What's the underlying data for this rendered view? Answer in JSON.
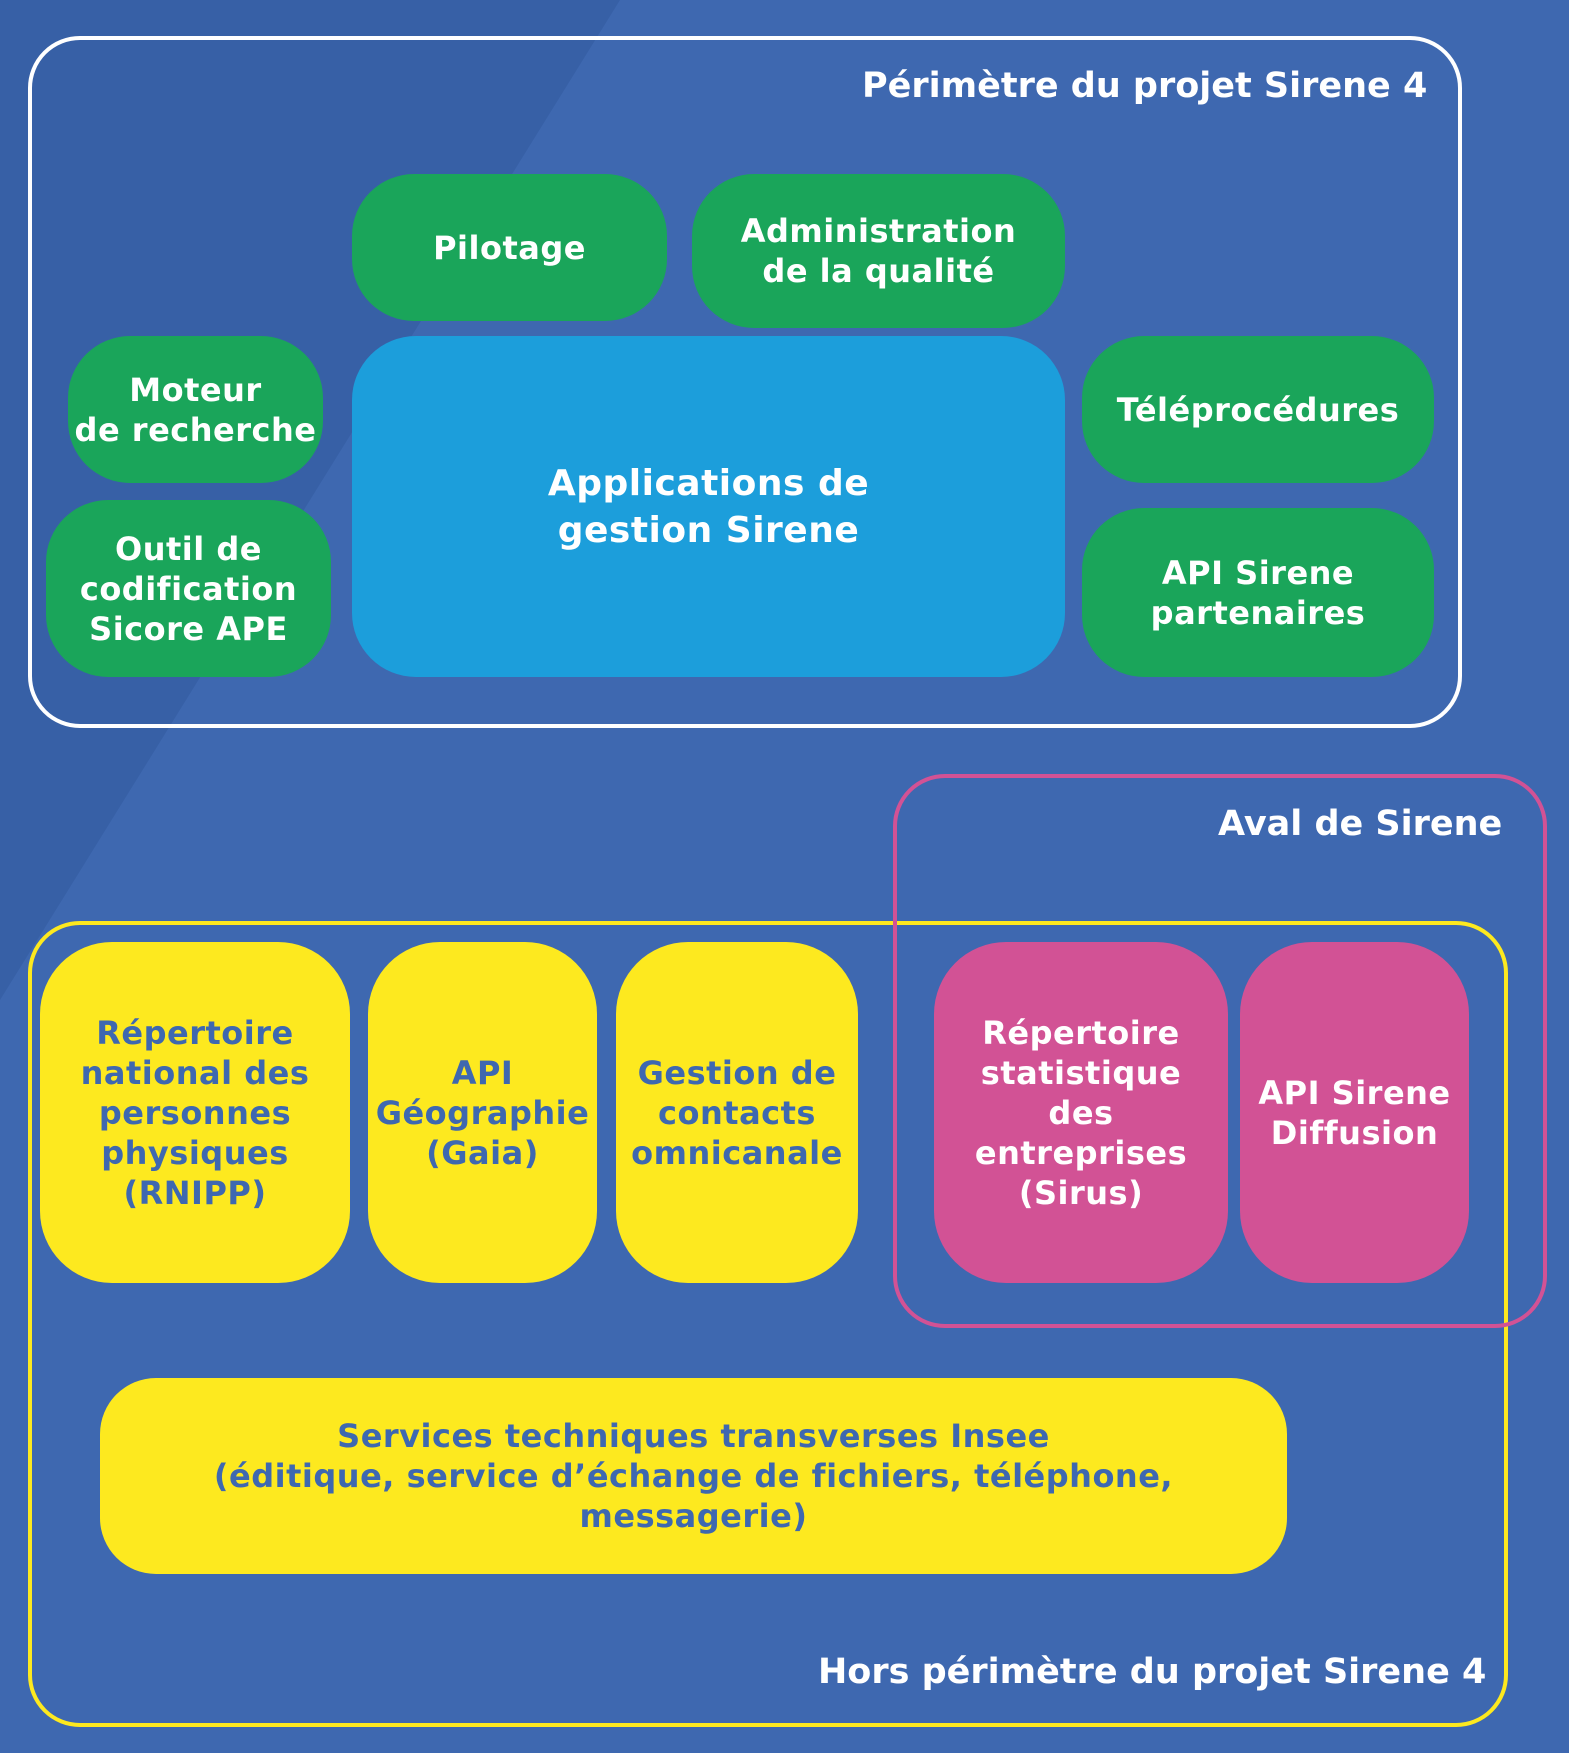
{
  "perimetre": {
    "title": "Périmètre du projet Sirene 4",
    "pilotage": "Pilotage",
    "administration": "Administration\nde la qualité",
    "moteur": "Moteur\nde recherche",
    "outil": "Outil de\ncodification\nSicore APE",
    "applications": "Applications de\ngestion Sirene",
    "teleprocedures": "Téléprocédures",
    "api_partenaires": "API Sirene\npartenaires"
  },
  "aval": {
    "title": "Aval de Sirene",
    "sirus": "Répertoire\nstatistique\ndes\nentreprises\n(Sirus)",
    "api_diffusion": "API Sirene\nDiffusion"
  },
  "hors": {
    "title": "Hors périmètre du projet Sirene 4",
    "rnipp": "Répertoire\nnational des\npersonnes\nphysiques\n(RNIPP)",
    "gaia": "API\nGéographie\n(Gaia)",
    "contacts": "Gestion de\ncontacts\nomnicanale",
    "services": "Services techniques transverses Insee\n(éditique, service d’échange de fichiers, téléphone, messagerie)"
  },
  "colors": {
    "background": "#3e68b0",
    "green": "#1aa55a",
    "blue": "#1c9edb",
    "yellow": "#fde91f",
    "pink": "#d25295",
    "frame_white": "#ffffff",
    "frame_pink": "#d25295",
    "frame_yellow": "#fde91f"
  }
}
